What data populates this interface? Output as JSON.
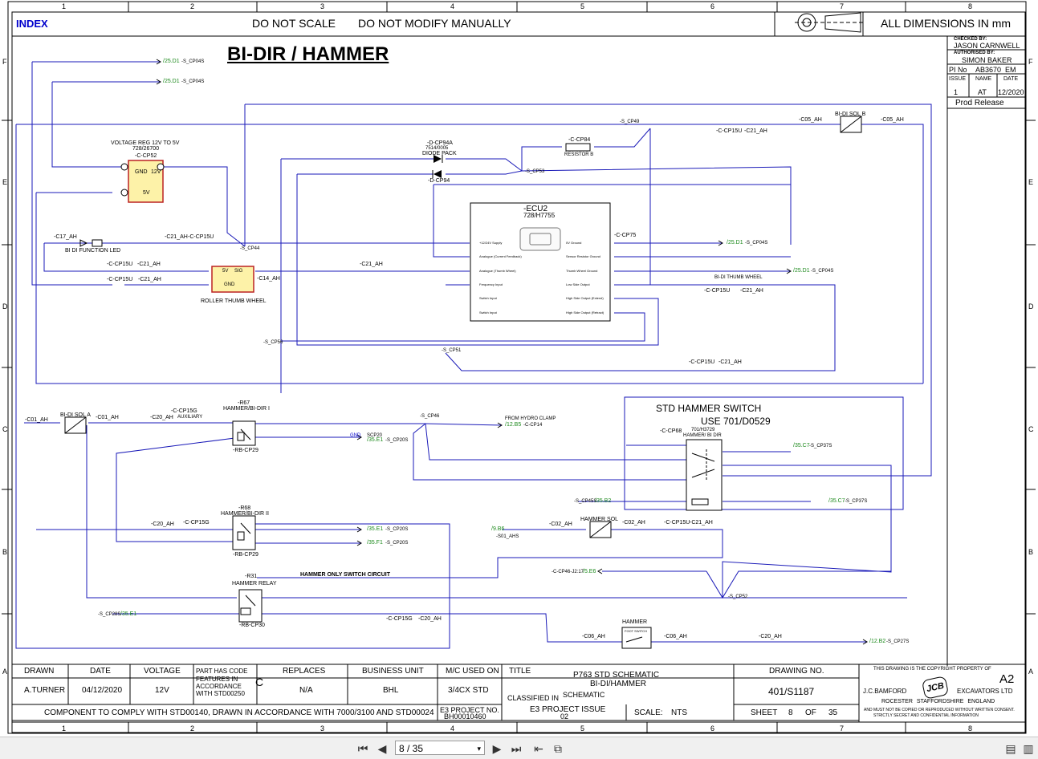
{
  "header": {
    "index": "INDEX",
    "no_scale": "DO NOT SCALE",
    "no_modify": "DO NOT MODIFY MANUALLY",
    "dimensions": "ALL DIMENSIONS IN mm",
    "title": "BI-DIR / HAMMER"
  },
  "grid": {
    "columns": [
      "1",
      "2",
      "3",
      "4",
      "5",
      "6",
      "7",
      "8"
    ],
    "rows": [
      "F",
      "E",
      "D",
      "C",
      "B",
      "A"
    ]
  },
  "approval": {
    "checked_by_label": "CHECKED BY:",
    "checked_by": "JASON CARNWELL",
    "authorised_by_label": "AUTHORISED BY:",
    "authorised_by": "SIMON BAKER",
    "pi_label": "PI No",
    "pi_no": "AB3670_EM",
    "issue_label": "ISSUE",
    "name_label": "NAME",
    "date_label": "DATE",
    "issue": "1",
    "name": "AT",
    "date": "12/2020",
    "status": "Prod Release"
  },
  "title_block": {
    "drawn_label": "DRAWN",
    "drawn": "A.TURNER",
    "date_label": "DATE",
    "date": "04/12/2020",
    "voltage_label": "VOLTAGE",
    "voltage": "12V",
    "part_code_label": "PART HAS CODE",
    "features_text": "FEATURES IN ACCORDANCE WITH STD00250",
    "code_letter": "C",
    "replaces_label": "REPLACES",
    "replaces": "N/A",
    "bu_label": "BUSINESS UNIT",
    "bu": "BHL",
    "mc_label": "M/C USED ON",
    "mc": "3/4CX STD",
    "title_label": "TITLE",
    "title_line1": "P763 STD SCHEMATIC",
    "title_line2": "BI-DI/HAMMER",
    "classified_label": "CLASSIFIED IN",
    "classified": "SCHEMATIC",
    "drawing_no_label": "DRAWING NO.",
    "drawing_no": "401/S1187",
    "comply": "COMPONENT TO COMPLY WITH STD00140, DRAWN IN ACCORDANCE WITH 7000/3100 AND STD00024",
    "e3_project_label": "E3 PROJECT NO.",
    "e3_project": "BH00010460",
    "e3_issue_label": "E3 PROJECT ISSUE",
    "e3_issue": "02",
    "scale_label": "SCALE:",
    "scale": "NTS",
    "sheet_label": "SHEET",
    "sheet": "8",
    "of_label": "OF",
    "of": "35",
    "size": "A2",
    "copyright1": "THIS DRAWING IS THE COPYRIGHT PROPERTY OF",
    "company_left": "J.C.BAMFORD",
    "company_right": "EXCAVATORS LTD",
    "logo": "JCB",
    "address": "ROCESTER    STAFFORDSHIRE    ENGLAND",
    "copyright2": "AND MUST NOT BE COPIED OR REPRODUCED WITHOUT WRITTEN CONSENT.",
    "copyright3": "STRICTLY SECRET AND CONFIDENTIAL INFORMATION"
  },
  "components": {
    "vreg_title": "VOLTAGE REG 12V TO 5V",
    "vreg_part": "728/26700",
    "vreg_ref": "-C-CP52",
    "vreg_gnd": "GND",
    "vreg_12v": "12V",
    "vreg_5v": "5V",
    "diode_ref": "-D-CP94A",
    "diode_part": "7514/0005",
    "diode_name": "DIODE PACK",
    "diode_ref2": "-D-CP94",
    "resistor_ref": "-C-CP84",
    "resistor_name": "RESISTOR B",
    "ecu_name": "-ECU2",
    "ecu_part": "728/H7755",
    "ecu_conn": "-C-CP75",
    "ecu_pins_left": [
      "+12/24V Supply",
      "Analogue (Current Feedback)",
      "Analogue (Thumb Wheel)",
      "Frequency Input",
      "Switch Input",
      "Switch Input"
    ],
    "ecu_pins_right": [
      "0V Ground",
      "Sensor Resistor Ground",
      "Thumb Wheel Ground",
      "Low Side Output",
      "High Side Output (Extend)",
      "High Side Output (Retract)"
    ],
    "led_name": "BI DI FUNCTION LED",
    "led_ref": "-C17_AH",
    "thumb_name": "ROLLER THUMB WHEEL",
    "thumb_5v": "5V",
    "thumb_sig": "SIG",
    "thumb_gnd": "GND",
    "bidi_sol_b": "BI-DI SOL B",
    "bidi_sol_a": "BI-DI SOL A",
    "bidi_thumb": "BI-DI THUMB WHEEL",
    "r67_ref": "-R67",
    "r67_name": "HAMMER/BI-DIR I",
    "r67_base": "-RB-CP29",
    "r68_ref": "-R68",
    "r68_name": "HAMMER/BI-DIR II",
    "r68_base": "-RB-CP29",
    "r31_ref": "-R31",
    "r31_name": "HAMMER RELAY",
    "r31_base": "-RB-CP30",
    "hammer_only": "HAMMER ONLY SWITCH CIRCUIT",
    "std_switch_line1": "STD HAMMER SWITCH",
    "std_switch_line2": "USE 701/D0529",
    "switch_ref": "-C-CP68",
    "switch_part": "701/H3729",
    "switch_name": "HAMMER/ BI DIR",
    "hammer_sol": "HAMMER SOL",
    "hammer_name": "HAMMER",
    "foot_switch": "FOOT SWITCH",
    "hydro_clamp": "FROM HYDRO CLAMP",
    "auxiliary": "AUXILIARY"
  },
  "refs": {
    "r25d1a": "/25.D1",
    "r25d1a_tail": "-S_CP04S",
    "r25d1b": "/25.D1",
    "r25d1b_tail": "-S_CP04S",
    "r25d1c": "/25.D1",
    "r25d1c_tail": "-S_CP04S",
    "r25d1d": "/25.D1",
    "r25d1d_tail": "-S_CP04S",
    "r35e1": "/35.E1",
    "r35e1_tail": "-S_CP20S",
    "r35e1b": "/35.E1",
    "r35e1b_tail": "-S_CP20S",
    "r35f1": "/35.F1",
    "r35f1_tail": "-S_CP20S",
    "r35c7a": "/35.C7",
    "r35c7a_tail": "-S_CP37S",
    "r35c7b": "/35.C7",
    "r35c7b_tail": "-S_CP37S",
    "r35b2": "/35.B2",
    "r35b2_head": "-S_CP45S",
    "r12b5": "/12.B5",
    "r12b5_tail": "-C-CP14",
    "r12b2": "/12.B2",
    "r12b2_tail": "-S_CP27S",
    "r9b6": "/9.B6",
    "r9b6_tail": "-S01_AHS",
    "r5e6": "/5.E6",
    "r5e6_head": "-C-CP46-J2:17",
    "r35e1c": "/35.E1",
    "r35e1c_head": "-S_CP28S",
    "gnd": "GND",
    "scp20": "SCP20"
  },
  "connectors": {
    "c01": "-C01_AH",
    "c05": "-C05_AH",
    "c06": "-C06_AH",
    "c02": "-C02_AH",
    "c20": "-C20_AH",
    "c21": "-C21_AH",
    "c14": "-C14_AH",
    "cp15u": "-C-CP15U",
    "cp15g": "-C-CP15G",
    "cp49": "-S_CP49",
    "cp53": "-S_CP53",
    "cp44": "-S_CP44",
    "cp56": "-S_CP56",
    "cp51": "-S_CP51",
    "cp46": "-S_CP46",
    "cp52": "-S_CP52"
  },
  "viewer": {
    "page": "8 / 35"
  }
}
